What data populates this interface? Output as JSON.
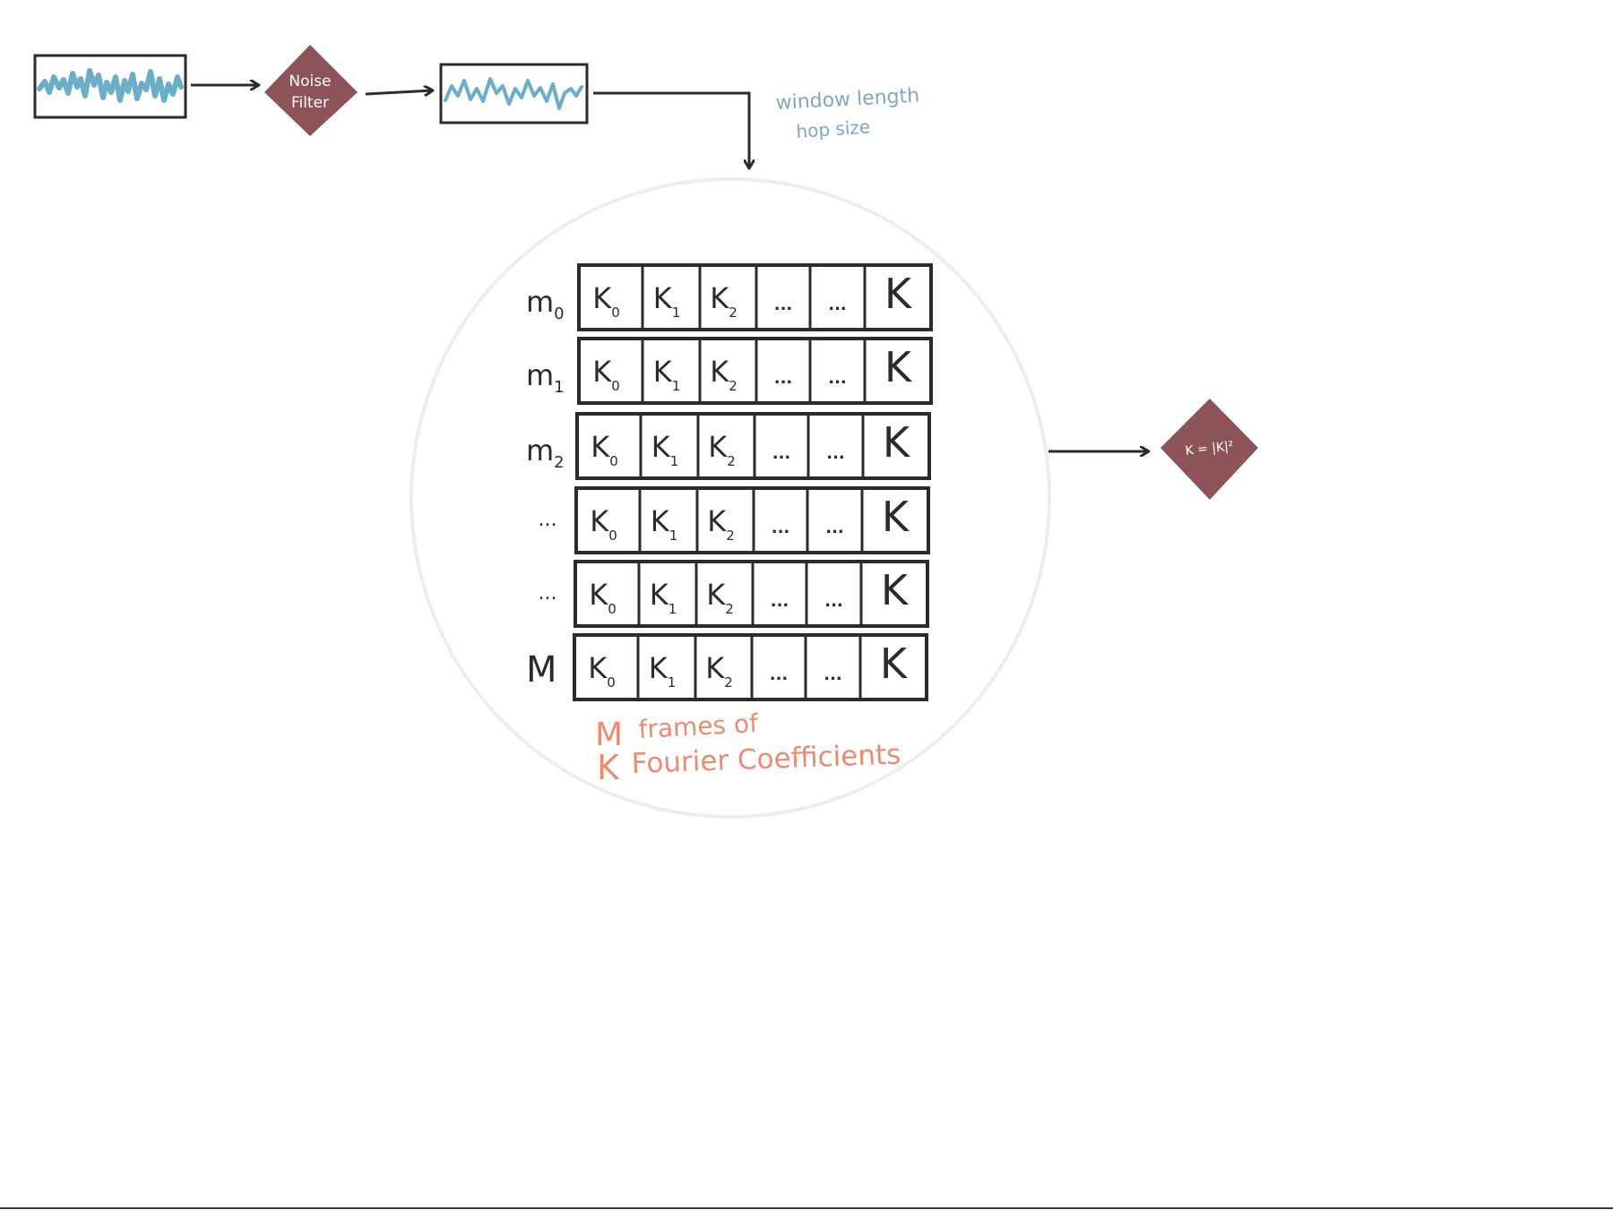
{
  "diagram": {
    "noise_filter": {
      "line1": "Noise",
      "line2": "Filter"
    },
    "window_note": {
      "line1": "window length",
      "line2": "hop size"
    },
    "power_node_label": "K = |K|²",
    "caption": {
      "line1_letter": "M",
      "line1_text": "frames of",
      "line2_letter": "K",
      "line2_text": "Fourier Coefficients"
    },
    "grid": {
      "row_labels": [
        {
          "main": "m",
          "sub": "0"
        },
        {
          "main": "m",
          "sub": "1"
        },
        {
          "main": "m",
          "sub": "2"
        },
        {
          "main": "...",
          "sub": ""
        },
        {
          "main": "...",
          "sub": ""
        },
        {
          "main": "M",
          "sub": ""
        }
      ],
      "cells": [
        {
          "main": "K",
          "sub": "0"
        },
        {
          "main": "K",
          "sub": "1"
        },
        {
          "main": "K",
          "sub": "2"
        },
        {
          "main": "...",
          "sub": ""
        },
        {
          "main": "...",
          "sub": ""
        },
        {
          "main": "K",
          "sub": ""
        }
      ]
    }
  },
  "colors": {
    "ink": "#2b2b2b",
    "waveform": "#6aaec9",
    "node_fill": "#8c5458",
    "note_text": "#7fa7bd",
    "caption_text": "#ee8a71",
    "circle_stroke": "#eeeee8"
  }
}
